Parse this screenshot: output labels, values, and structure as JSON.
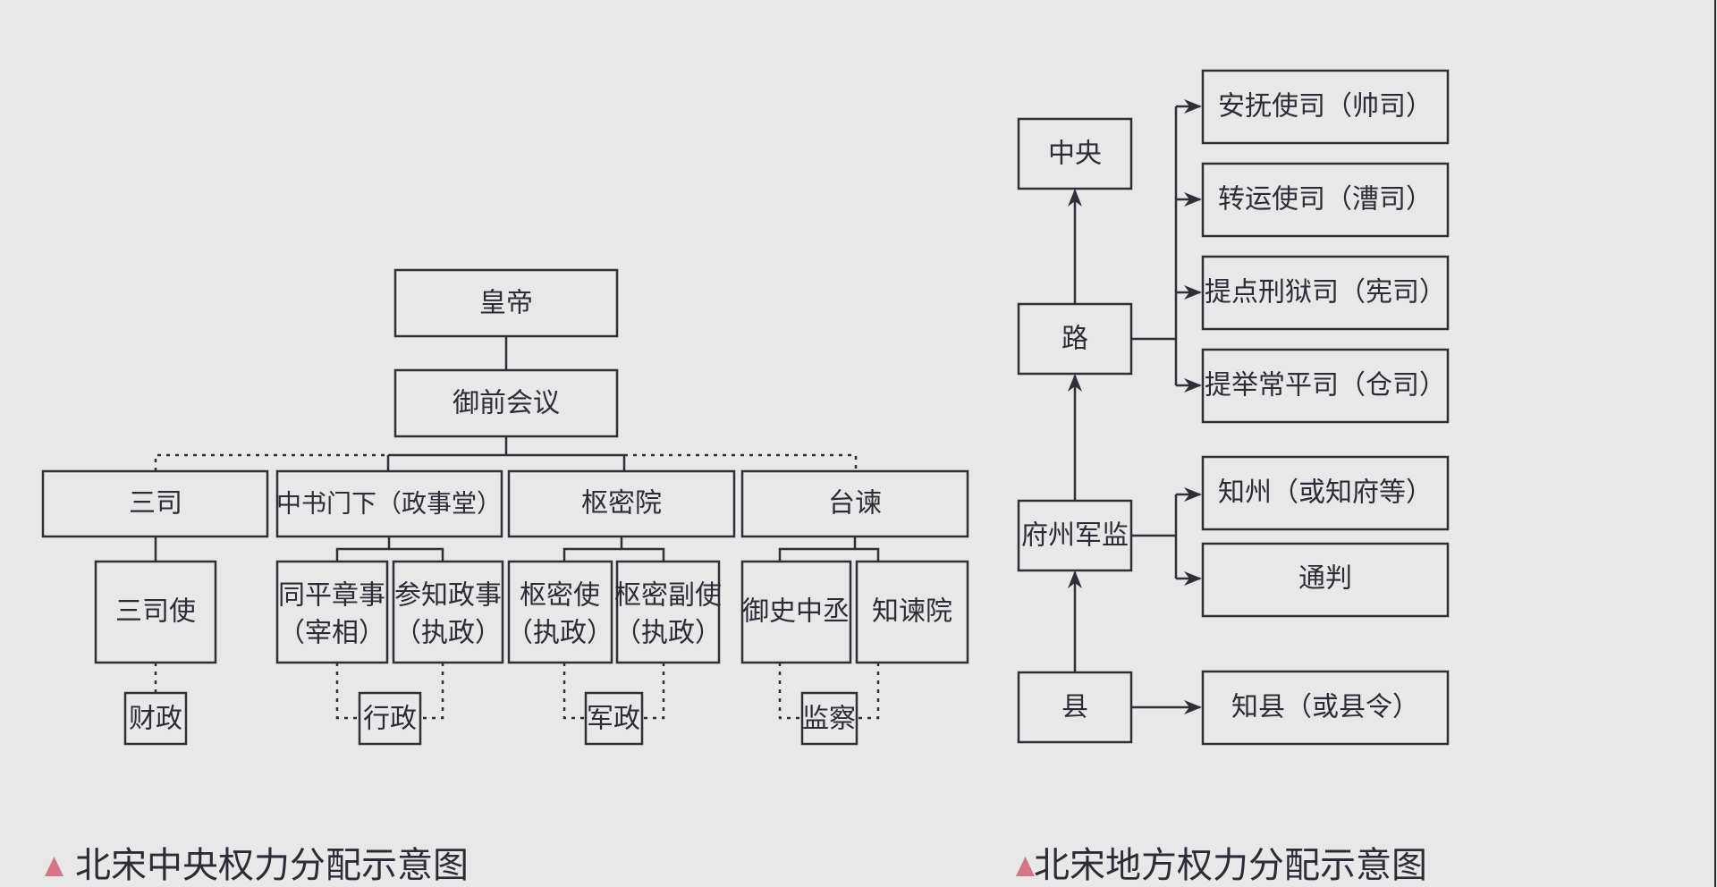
{
  "central": {
    "caption": "北宋中央权力分配示意图",
    "emperor": "皇帝",
    "council": "御前会议",
    "departments": [
      "三司",
      "中书门下（政事堂）",
      "枢密院",
      "台谏"
    ],
    "officials": {
      "sansi": [
        "三司使"
      ],
      "zhongshu": [
        [
          "同平章事",
          "（宰相）"
        ],
        [
          "参知政事",
          "（执政）"
        ]
      ],
      "shumi": [
        [
          "枢密使",
          "（执政）"
        ],
        [
          "枢密副使",
          "（执政）"
        ]
      ],
      "taijian": [
        "御史中丞",
        "知谏院"
      ]
    },
    "powers": [
      "财政",
      "行政",
      "军政",
      "监察"
    ]
  },
  "local": {
    "caption": "北宋地方权力分配示意图",
    "levels": [
      "中央",
      "路",
      "府州军监",
      "县"
    ],
    "lu_offices": [
      "安抚使司（帅司）",
      "转运使司（漕司）",
      "提点刑狱司（宪司）",
      "提举常平司（仓司）"
    ],
    "fu_offices": [
      "知州（或知府等）",
      "通判"
    ],
    "xian_offices": [
      "知县（或县令）"
    ]
  },
  "colors": {
    "background": "#e8e8e8",
    "line": "#2f2f38",
    "caption_marker": "#d8748a"
  },
  "icons": {
    "caption_marker": "triangle-marker-icon"
  }
}
